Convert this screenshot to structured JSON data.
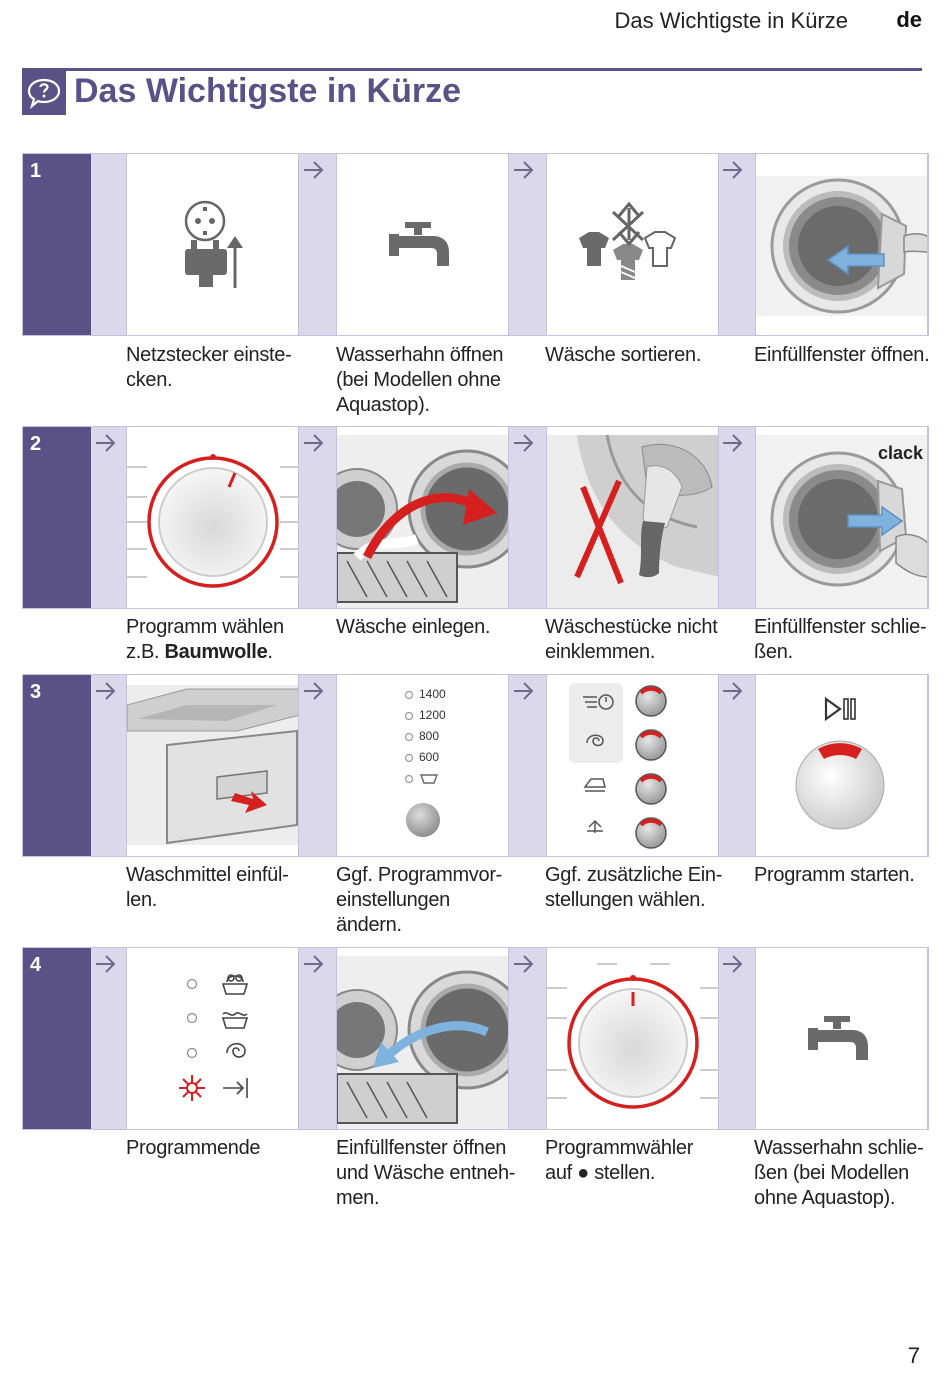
{
  "header": {
    "section_title": "Das Wichtigste in Kürze",
    "lang": "de"
  },
  "title": "Das Wichtigste in Kürze",
  "page_number": "7",
  "colors": {
    "accent": "#5a5286",
    "row_bg": "#dcd8ec",
    "red": "#d6201f"
  },
  "icons": {
    "title": "speech-info-icon",
    "step_arrow": "step-arrow-icon"
  },
  "steps": [
    {
      "number": "1",
      "items": [
        {
          "icon": "plug-icon",
          "caption": "Netzstecker einste-\ncken."
        },
        {
          "icon": "water-tap-open-icon",
          "caption": "Wasserhahn öffnen\n(bei Modellen ohne\nAquastop)."
        },
        {
          "icon": "sort-laundry-icon",
          "caption": "Wäsche sortieren."
        },
        {
          "icon": "door-open-icon",
          "caption": "Einfüllfenster öffnen."
        }
      ]
    },
    {
      "number": "2",
      "items": [
        {
          "icon": "program-dial-icon",
          "caption_pre": "Programm wählen\nz.B. ",
          "caption_bold": "Baumwolle",
          "caption_post": "."
        },
        {
          "icon": "load-laundry-icon",
          "caption": "Wäsche einlegen."
        },
        {
          "icon": "no-clamping-icon",
          "caption": "Wäschestücke nicht\neinklemmen."
        },
        {
          "icon": "door-close-icon",
          "caption": "Einfüllfenster schlie-\nßen.",
          "label": "clack"
        }
      ]
    },
    {
      "number": "3",
      "items": [
        {
          "icon": "detergent-drawer-icon",
          "caption": "Waschmittel einfül-\nlen."
        },
        {
          "icon": "spin-speed-icon",
          "caption": "Ggf. Programmvor-\neinstellungen\nändern.",
          "speeds": [
            "1400",
            "1200",
            "800",
            "600"
          ]
        },
        {
          "icon": "option-buttons-icon",
          "caption": "Ggf. zusätzliche Ein-\nstellungen wählen."
        },
        {
          "icon": "start-button-icon",
          "caption": "Programm starten."
        }
      ]
    },
    {
      "number": "4",
      "items": [
        {
          "icon": "program-end-icon",
          "caption": "Programmende"
        },
        {
          "icon": "unload-laundry-icon",
          "caption": "Einfüllfenster öffnen\nund Wäsche entneh-\nmen."
        },
        {
          "icon": "dial-off-icon",
          "caption_pre": "Programmwähler\nauf ",
          "caption_bold": "●",
          "caption_post": " stellen."
        },
        {
          "icon": "water-tap-close-icon",
          "caption": "Wasserhahn schlie-\nßen (bei Modellen\nohne Aquastop)."
        }
      ]
    }
  ]
}
